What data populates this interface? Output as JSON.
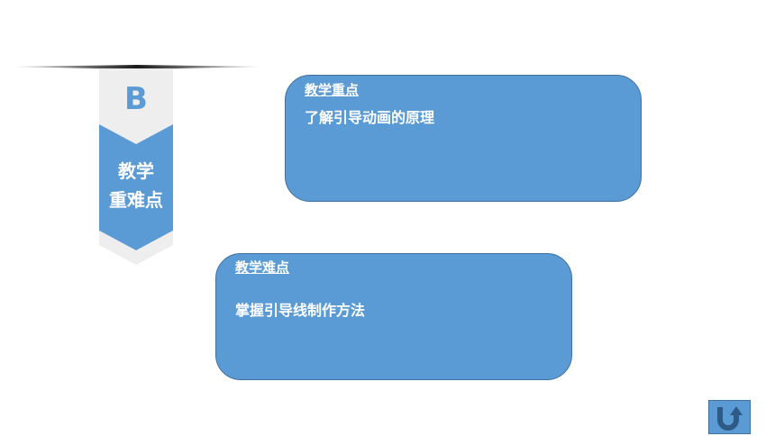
{
  "ribbon": {
    "letter": "B",
    "title_line1": "教学",
    "title_line2": "重难点"
  },
  "cards": [
    {
      "label": "教学重点",
      "text": "了解引导动画的原理"
    },
    {
      "label": "教学难点",
      "text": "掌握引导线制作方法"
    }
  ],
  "colors": {
    "accent": "#5b9bd5",
    "accent_border": "#41719c",
    "ribbon_light": "#eeeeee",
    "back_icon": "#2e5a86"
  },
  "back_button": {
    "icon": "u-turn-arrow-icon"
  }
}
